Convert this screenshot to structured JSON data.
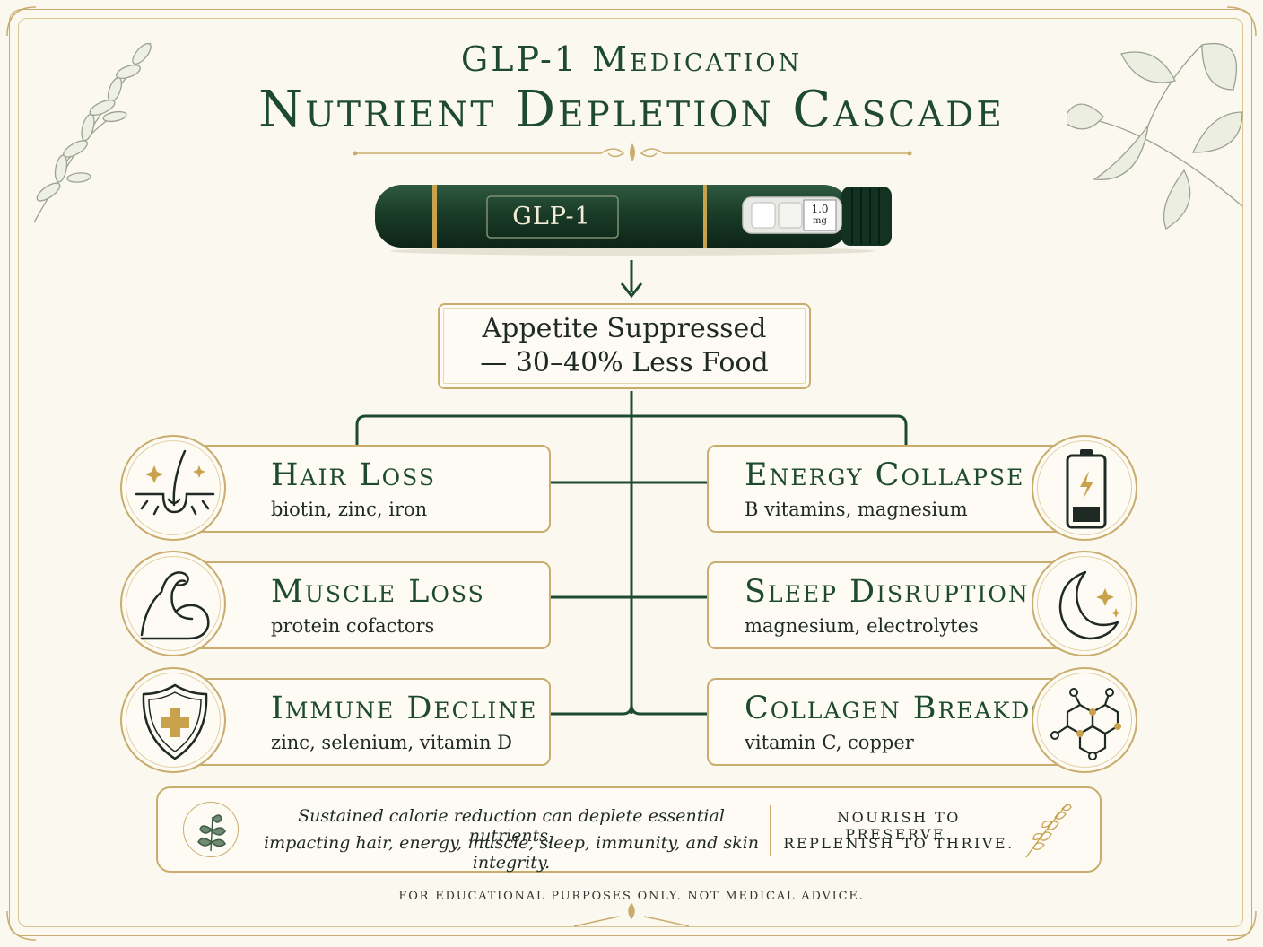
{
  "title": {
    "line1": "GLP-1 Medication",
    "line2": "Nutrient Depletion Cascade"
  },
  "pen": {
    "label": "GLP-1",
    "dose_value": "1.0",
    "dose_unit": "mg"
  },
  "appetite": {
    "text": "Appetite Suppressed — 30–40% Less Food"
  },
  "effects": [
    {
      "title": "Hair Loss",
      "nutrients": "biotin, zinc, iron",
      "icon": "hair-follicle-icon"
    },
    {
      "title": "Energy Collapse",
      "nutrients": "B vitamins, magnesium",
      "icon": "low-battery-icon"
    },
    {
      "title": "Muscle Loss",
      "nutrients": "protein cofactors",
      "icon": "flexed-arm-icon"
    },
    {
      "title": "Sleep Disruption",
      "nutrients": "magnesium, electrolytes",
      "icon": "moon-stars-icon"
    },
    {
      "title": "Immune Decline",
      "nutrients": "zinc, selenium, vitamin D",
      "icon": "shield-cross-icon"
    },
    {
      "title": "Collagen Breakdown",
      "nutrients": "vitamin C, copper",
      "icon": "molecule-icon"
    }
  ],
  "footer": {
    "summary_line1": "Sustained calorie reduction can deplete essential nutrients,",
    "summary_line2": "impacting hair, energy, muscle, sleep, immunity, and skin integrity.",
    "tagline1": "NOURISH TO PRESERVE.",
    "tagline2": "REPLENISH TO THRIVE.",
    "disclaimer": "FOR EDUCATIONAL PURPOSES ONLY. NOT MEDICAL ADVICE."
  },
  "colors": {
    "primary_green": "#1e4a30",
    "gold": "#c9ad6e",
    "background": "#fbf8ef"
  }
}
